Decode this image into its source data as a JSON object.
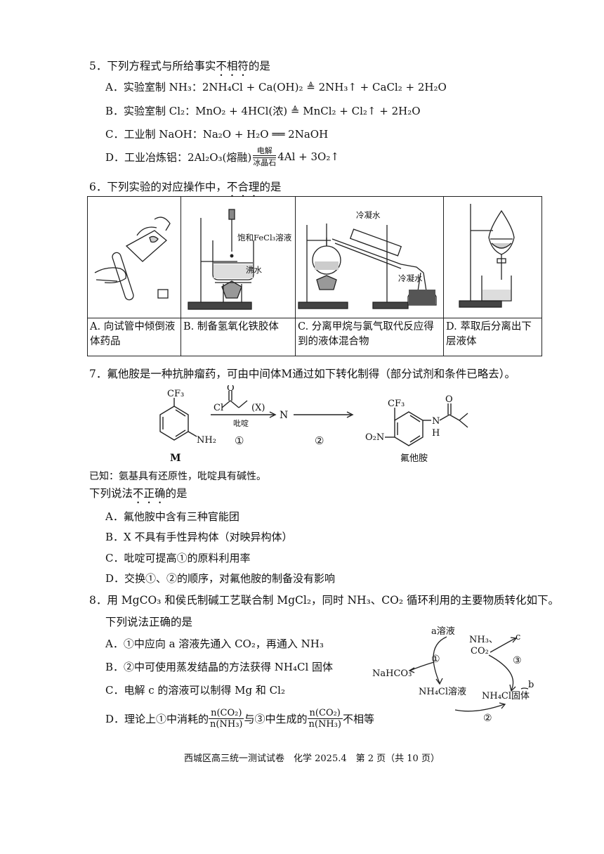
{
  "q5": {
    "stem_a": "5．下列方程式与所给事实",
    "stem_dot": "不相符",
    "stem_b": "的是",
    "options": {
      "A": "A．实验室制 NH₃：2NH₄Cl + Ca(OH)₂ ≜ 2NH₃↑ + CaCl₂ + 2H₂O",
      "B": "B．实验室制 Cl₂：MnO₂ + 4HCl(浓) ≜ MnCl₂ + Cl₂↑ + 2H₂O",
      "C": "C．工业制 NaOH：Na₂O + H₂O ══ 2NaOH",
      "D_pre": "D．工业冶炼铝：2Al₂O₃(熔融)",
      "D_top": "电解",
      "D_bottom": "冰晶石",
      "D_post": "4Al + 3O₂↑"
    }
  },
  "q6": {
    "stem_a": "6．下列实验的对应操作中，",
    "stem_dot": "不合理",
    "stem_b": "的是",
    "label_fecl3": "饱和FeCl₃溶液",
    "label_boil": "沸水",
    "label_cool1": "冷凝水",
    "label_cool2": "冷凝水",
    "captions": {
      "A": "A. 向试管中倾倒液体药品",
      "B": "B. 制备氢氧化铁胶体",
      "C": "C. 分离甲烷与氯气取代反应得到的液体混合物",
      "D": "D. 萃取后分离出下层液体"
    }
  },
  "q7": {
    "stem": "7．氟他胺是一种抗肿瘤药，可由中间体M通过如下转化制得（部分试剂和条件已略去）。",
    "cf3": "CF₃",
    "nh2": "NH₂",
    "o": "O",
    "cl": "Cl",
    "x": "(X)",
    "pyridine": "吡啶",
    "n": "N",
    "step1": "①",
    "step2": "②",
    "m": "M",
    "o2n": "O₂N",
    "nh_n": "N",
    "nh_h": "H",
    "product": "氟他胺",
    "known": "已知：氨基具有还原性，吡啶具有碱性。",
    "ask_a": "下列说法",
    "ask_dot": "不正确",
    "ask_b": "的是",
    "options": {
      "A": "A．氟他胺中含有三种官能团",
      "B": "B．X 不具有手性异构体（对映异构体）",
      "C": "C．吡啶可提高①的原料利用率",
      "D": "D．交换①、②的顺序，对氟他胺的制备没有影响"
    }
  },
  "q8": {
    "stem": "8．用 MgCO₃ 和侯氏制碱工艺联合制 MgCl₂，同时 NH₃、CO₂ 循环利用的主要物质转化如下。",
    "ask": "下列说法正确的是",
    "options": {
      "A": "A．①中应向 a 溶液先通入 CO₂，再通入 NH₃",
      "B": "B．②中可使用蒸发结晶的方法获得 NH₄Cl 固体",
      "C": "C．电解 c 的溶液可以制得 Mg 和 Cl₂",
      "D_pre": "D．理论上①中消耗的",
      "D_num": "n(CO₂)",
      "D_den": "n(NH₃)",
      "D_mid": "与③中生成的",
      "D_post": "不相等"
    },
    "diagram": {
      "a_solution": "a溶液",
      "nh3": "NH₃、",
      "co2": "CO₂",
      "c": "c",
      "b": "b",
      "nahco3": "NaHCO₃",
      "nh4cl_sol": "NH₄Cl溶液",
      "nh4cl_solid": "NH₄Cl固体",
      "s1": "①",
      "s2": "②",
      "s3": "③"
    }
  },
  "footer": "西城区高三统一测试试卷　化学 2025.4　第 2 页（共 10 页）"
}
